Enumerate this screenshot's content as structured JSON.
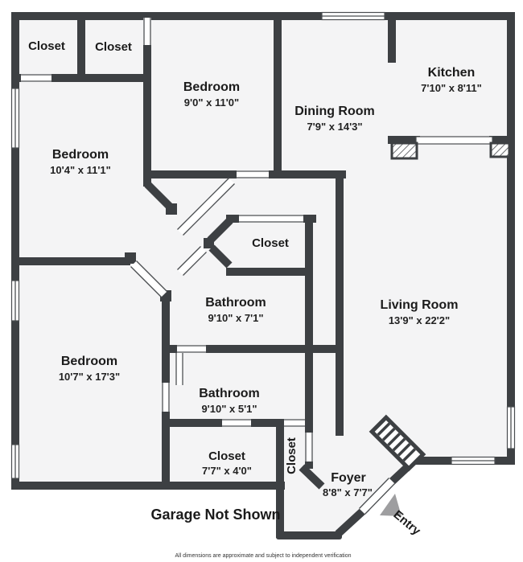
{
  "plan": {
    "rooms": {
      "closet_tl": {
        "name": "Closet"
      },
      "closet_tl2": {
        "name": "Closet"
      },
      "bedroom_top": {
        "name": "Bedroom",
        "dims": "9'0\" x 11'0\""
      },
      "dining_room": {
        "name": "Dining Room",
        "dims": "7'9\" x 14'3\""
      },
      "kitchen": {
        "name": "Kitchen",
        "dims": "7'10\" x 8'11\""
      },
      "bedroom_left": {
        "name": "Bedroom",
        "dims": "10'4\" x 11'1\""
      },
      "closet_mid": {
        "name": "Closet"
      },
      "bathroom_upper": {
        "name": "Bathroom",
        "dims": "9'10\" x 7'1\""
      },
      "living_room": {
        "name": "Living Room",
        "dims": "13'9\" x 22'2\""
      },
      "bedroom_bottom": {
        "name": "Bedroom",
        "dims": "10'7\" x 17'3\""
      },
      "bathroom_lower": {
        "name": "Bathroom",
        "dims": "9'10\" x 5'1\""
      },
      "closet_bottom": {
        "name": "Closet",
        "dims": "7'7\" x 4'0\""
      },
      "closet_foyer": {
        "name": "Closet"
      },
      "foyer": {
        "name": "Foyer",
        "dims": "8'8\" x 7'7\""
      }
    },
    "entry_label": "Entry",
    "garage_note": "Garage Not Shown",
    "disclaimer": "All dimensions are approximate and subject to independent verification",
    "colors": {
      "wall": "#3d4043",
      "floor": "#f4f4f5",
      "arrow": "#9e9ea0"
    }
  }
}
